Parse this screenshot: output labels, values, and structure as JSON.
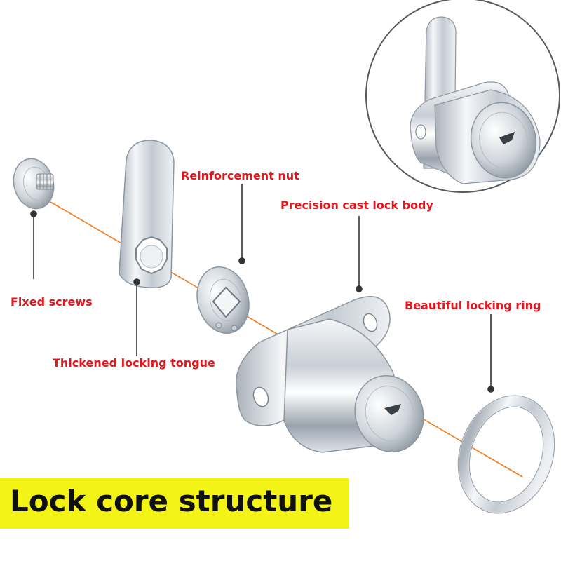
{
  "labels": {
    "reinforcement_nut": "Reinforcement nut",
    "precision_cast_lock_body": "Precision cast lock body",
    "fixed_screws": "Fixed screws",
    "beautiful_locking_ring": "Beautiful locking ring",
    "thickened_locking_tongue": "Thickened locking tongue"
  },
  "title": "Lock core structure",
  "colors": {
    "label_text": "#e8141b",
    "banner_background": "#f3f316",
    "title_text": "#111111",
    "axis_line": "#f07a1c",
    "leader_line": "#333333"
  }
}
